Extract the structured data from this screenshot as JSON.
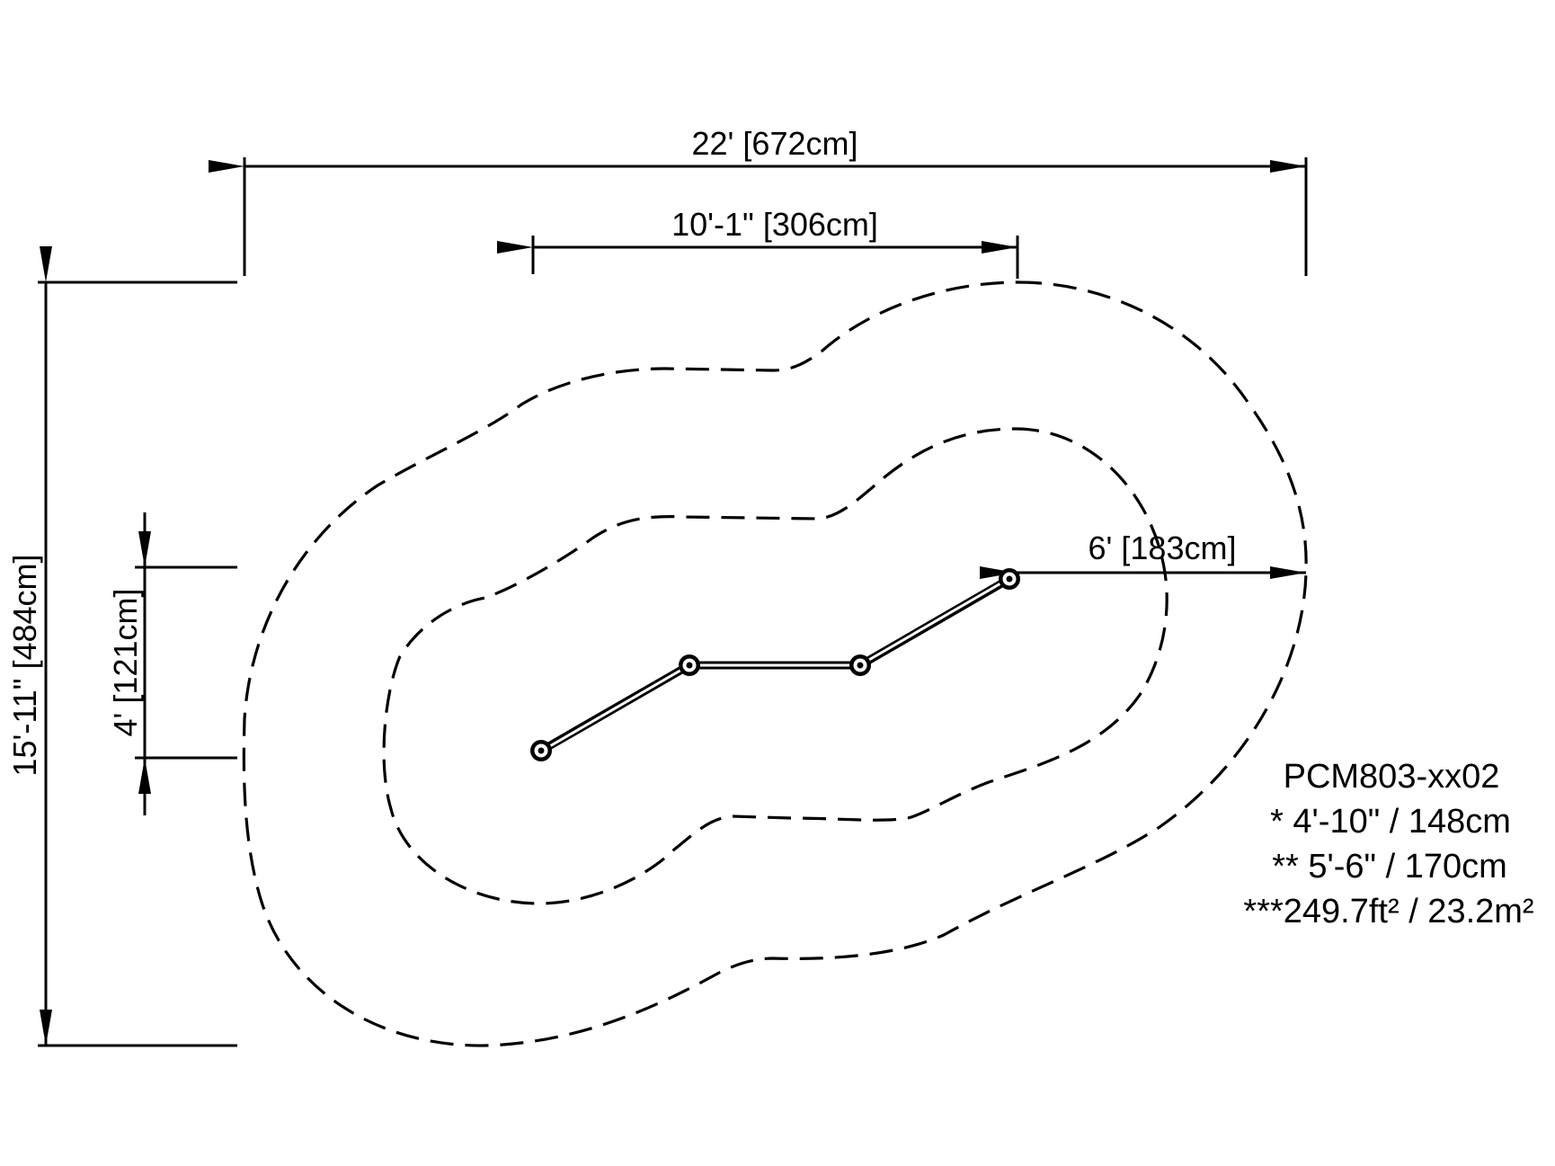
{
  "diagram": {
    "type": "playground equipment use-zone plan",
    "product_code": "PCM803-xx02",
    "dimensions": {
      "overall_width": "22' [672cm]",
      "equipment_span": "10'-1\" [306cm]",
      "overall_depth": "15'-11\" [484cm]",
      "equipment_depth": "4' [121cm]",
      "use_zone_clearance": "6' [183cm]"
    },
    "legend": {
      "title": "PCM803-xx02",
      "line1": "* 4'-10\" / 148cm",
      "line2": "** 5'-6\" / 170cm",
      "line3": "***249.7ft² / 23.2m²"
    },
    "zones": [
      {
        "name": "outer-use-zone",
        "style": "dashed"
      },
      {
        "name": "inner-use-zone",
        "style": "dashed"
      }
    ],
    "equipment": {
      "segments": 3,
      "joints": 4
    },
    "colors": {
      "line": "#000000",
      "background": "#ffffff"
    }
  }
}
